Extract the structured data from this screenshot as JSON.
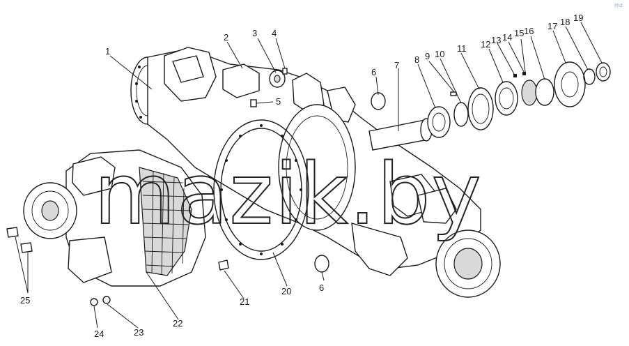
{
  "diagram": {
    "callouts": [
      {
        "id": "c1",
        "text": "1"
      },
      {
        "id": "c2",
        "text": "2"
      },
      {
        "id": "c3",
        "text": "3"
      },
      {
        "id": "c4",
        "text": "4"
      },
      {
        "id": "c5",
        "text": "5"
      },
      {
        "id": "c6a",
        "text": "6"
      },
      {
        "id": "c7",
        "text": "7"
      },
      {
        "id": "c8",
        "text": "8"
      },
      {
        "id": "c9",
        "text": "9"
      },
      {
        "id": "c10",
        "text": "10"
      },
      {
        "id": "c11",
        "text": "11"
      },
      {
        "id": "c12",
        "text": "12"
      },
      {
        "id": "c13",
        "text": "13"
      },
      {
        "id": "c14",
        "text": "14"
      },
      {
        "id": "c15",
        "text": "15"
      },
      {
        "id": "c16",
        "text": "16"
      },
      {
        "id": "c17",
        "text": "17"
      },
      {
        "id": "c18",
        "text": "18"
      },
      {
        "id": "c19",
        "text": "19"
      },
      {
        "id": "c20",
        "text": "20"
      },
      {
        "id": "c21",
        "text": "21"
      },
      {
        "id": "c22",
        "text": "22"
      },
      {
        "id": "c23",
        "text": "23"
      },
      {
        "id": "c24",
        "text": "24"
      },
      {
        "id": "c25",
        "text": "25"
      },
      {
        "id": "c6b",
        "text": "6"
      }
    ],
    "watermark": "mazik.by",
    "corner_mark": "mz"
  },
  "colors": {
    "ink": "#1a1a1a",
    "background": "#ffffff",
    "corner_mark": "#8fa6c8"
  }
}
